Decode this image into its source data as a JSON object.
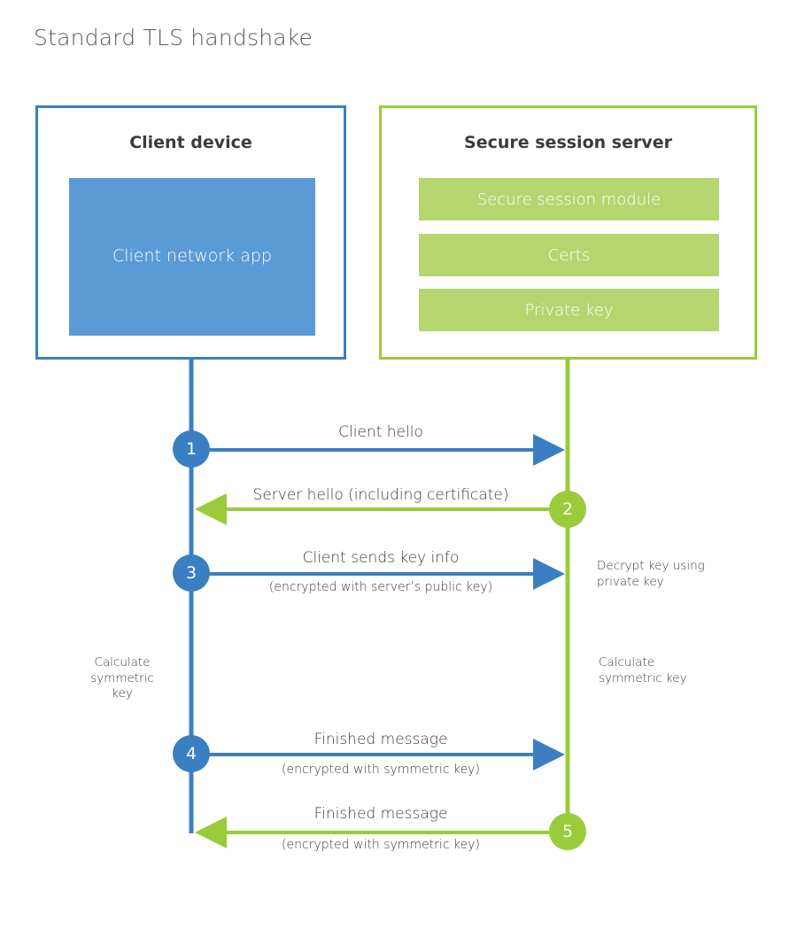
{
  "title": "Standard TLS handshake",
  "colors": {
    "client_accent": "#3a7fc1",
    "client_block": "#5b9bd5",
    "server_accent": "#9acb3b",
    "server_block": "#b5d66f",
    "text": "#3b3b3b",
    "title_text": "#5a5a5a",
    "background": "#ffffff"
  },
  "client": {
    "title": "Client device",
    "app_label": "Client network app"
  },
  "server": {
    "title": "Secure session server",
    "items": [
      {
        "label": "Secure session module"
      },
      {
        "label": "Certs"
      },
      {
        "label": "Private key"
      }
    ]
  },
  "steps": [
    {
      "number": "1",
      "side": "client",
      "direction": "client-to-server",
      "label": "Client hello",
      "sub_label": ""
    },
    {
      "number": "2",
      "side": "server",
      "direction": "server-to-client",
      "label": "Server hello (including certificate)",
      "sub_label": ""
    },
    {
      "number": "3",
      "side": "client",
      "direction": "client-to-server",
      "label": "Client sends key info",
      "sub_label": "(encrypted with server’s public key)"
    },
    {
      "number": "4",
      "side": "client",
      "direction": "client-to-server",
      "label": "Finished message",
      "sub_label": "(encrypted with symmetric key)"
    },
    {
      "number": "5",
      "side": "server",
      "direction": "server-to-client",
      "label": "Finished message",
      "sub_label": "(encrypted with symmetric key)"
    }
  ],
  "notes": {
    "decrypt_key": "Decrypt key using\nprivate key",
    "client_calculate": "Calculate\nsymmetric key",
    "server_calculate": "Calculate\nsymmetric key"
  }
}
